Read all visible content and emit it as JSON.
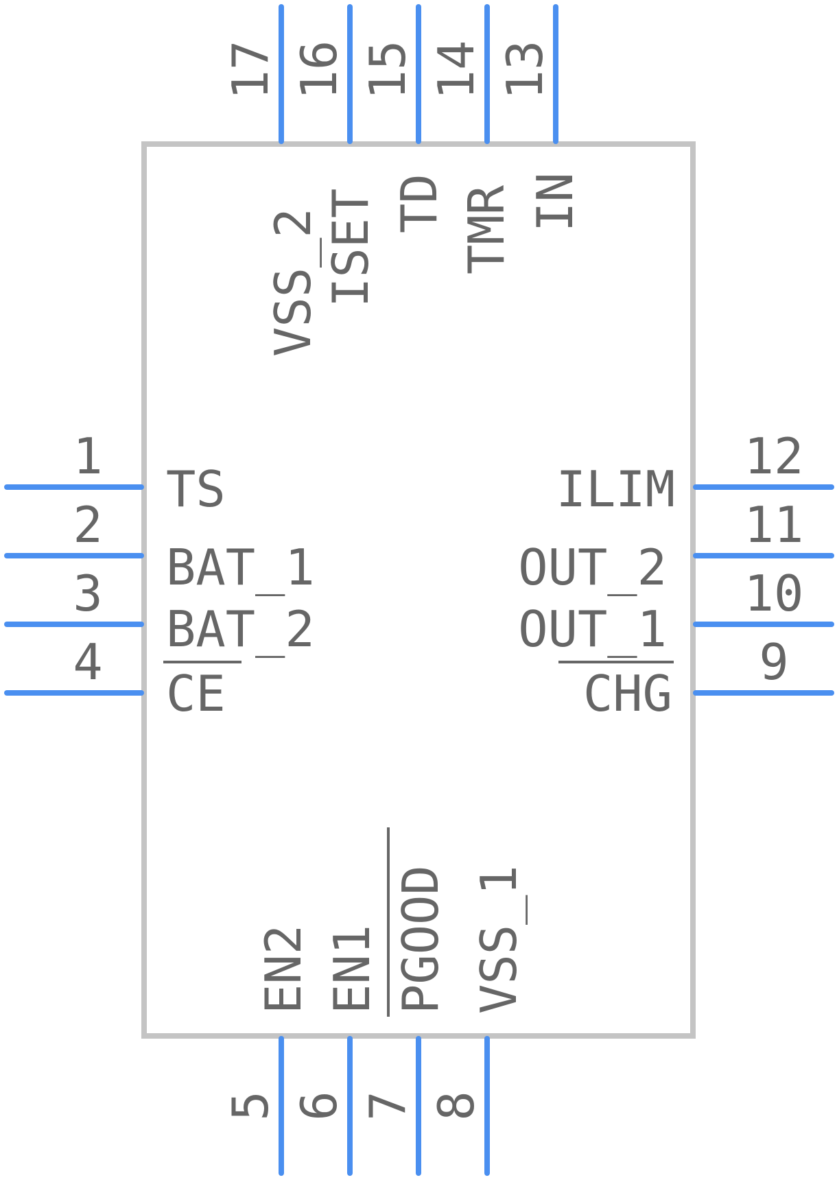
{
  "colors": {
    "pin": "#4a8ff0",
    "body_outline": "#c4c4c4",
    "text": "#666666"
  },
  "pins_left": [
    {
      "number": "1",
      "name": "TS"
    },
    {
      "number": "2",
      "name": "BAT_1"
    },
    {
      "number": "3",
      "name": "BAT_2"
    },
    {
      "number": "4",
      "name": "CE",
      "overbar": true
    }
  ],
  "pins_right": [
    {
      "number": "12",
      "name": "ILIM"
    },
    {
      "number": "11",
      "name": "OUT_2"
    },
    {
      "number": "10",
      "name": "OUT_1"
    },
    {
      "number": "9",
      "name": "CHG",
      "overbar": true
    }
  ],
  "pins_bottom": [
    {
      "number": "5",
      "name": "EN2"
    },
    {
      "number": "6",
      "name": "EN1"
    },
    {
      "number": "7",
      "name": "PGOOD",
      "overbar": true
    },
    {
      "number": "8",
      "name": "VSS_1"
    }
  ],
  "pins_top": [
    {
      "number": "17",
      "name": "VSS_2"
    },
    {
      "number": "16",
      "name": "ISET"
    },
    {
      "number": "15",
      "name": "TD"
    },
    {
      "number": "14",
      "name": "TMR"
    },
    {
      "number": "13",
      "name": "IN"
    }
  ]
}
